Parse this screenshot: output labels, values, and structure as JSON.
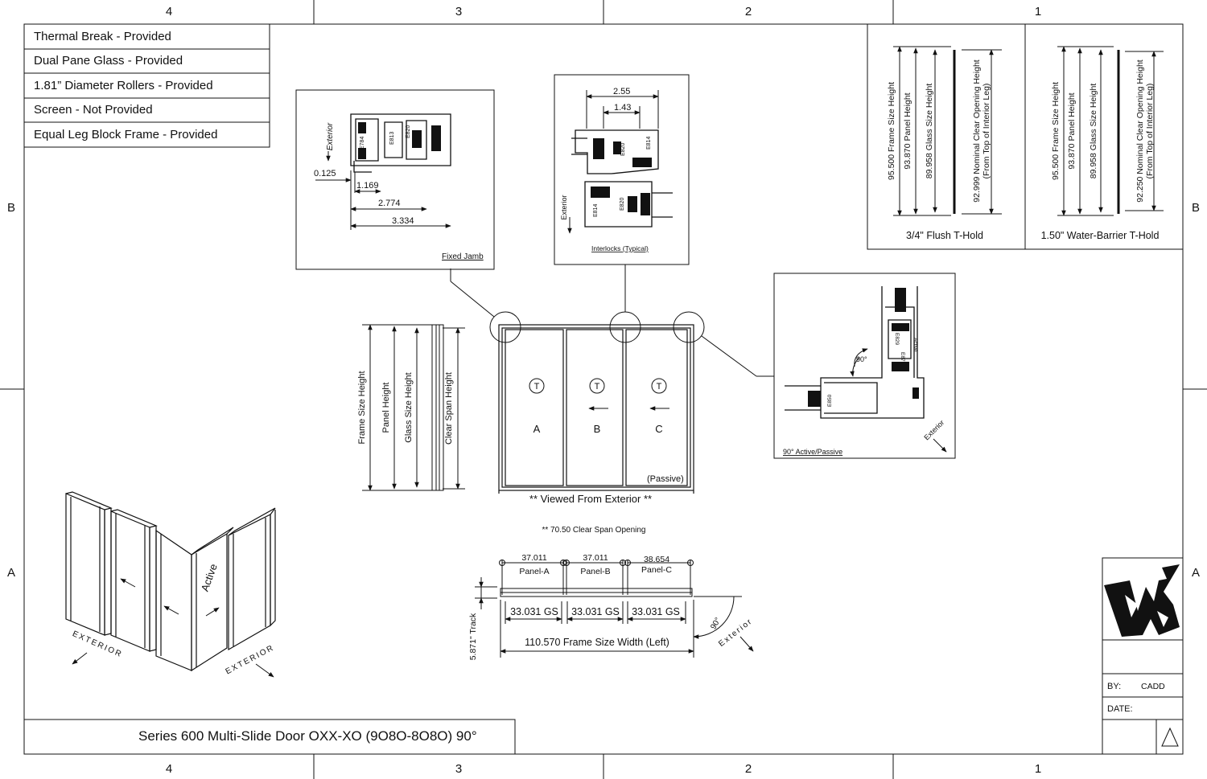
{
  "zones": {
    "cols": [
      "4",
      "3",
      "2",
      "1"
    ],
    "rows": [
      "B",
      "A"
    ]
  },
  "features": [
    "Thermal Break - Provided",
    "Dual Pane Glass - Provided",
    "1.81” Diameter Rollers - Provided",
    "Screen - Not Provided",
    "Equal Leg Block Frame - Provided"
  ],
  "fixed_jamb": {
    "label": "Fixed Jamb",
    "exterior": "Exterior",
    "dims": [
      "0.125",
      "1.169",
      "2.774",
      "3.334"
    ],
    "parts": [
      "E784",
      "E813",
      "E820"
    ]
  },
  "interlocks": {
    "label": "Interlocks (Typical)",
    "exterior": "Exterior",
    "dims": [
      "2.55",
      "1.43"
    ],
    "parts": [
      "E814",
      "E820",
      "E814",
      "E820"
    ]
  },
  "flush_thold": {
    "label": "3/4\" Flush T-Hold",
    "dims": [
      "95.500 Frame Size Height",
      "93.870 Panel Height",
      "89.958 Glass Size Height",
      "92.999 Nominal Clear Opening Height",
      "(From Top of Interior Leg)"
    ]
  },
  "water_thold": {
    "label": "1.50\" Water-Barrier T-Hold",
    "dims": [
      "95.500 Frame Size Height",
      "93.870 Panel Height",
      "89.958 Glass Size Height",
      "92.250 Nominal Clear Opening Height",
      "(From Top of Interior Leg)"
    ]
  },
  "height_legend": [
    "Frame Size Height",
    "Panel Height",
    "Glass Size Height",
    "Clear Span Height"
  ],
  "elevation": {
    "panels": [
      "A",
      "B",
      "C"
    ],
    "thold_marker": "T",
    "passive": "(Passive)",
    "viewed": "** Viewed From Exterior **"
  },
  "corner": {
    "label": "90° Active/Passive",
    "angle": "90°",
    "exterior": "Exterior",
    "parts": [
      "E829",
      "E871",
      "E850"
    ],
    "active": "Active"
  },
  "plan": {
    "clear_span": "** 70.50 Clear Span Opening",
    "panel_widths": [
      "37.011",
      "37.011",
      "38.654"
    ],
    "panel_names": [
      "Panel-A",
      "Panel-B",
      "Panel-C"
    ],
    "glass_sizes": [
      "33.031 GS",
      "33.031 GS",
      "33.031 GS"
    ],
    "frame_width": "110.570 Frame Size Width (Left)",
    "track": "5.871\" Track",
    "angle": "90°",
    "exterior": "Exterior"
  },
  "iso": {
    "active": "Active",
    "exterior_left": "EXTERIOR",
    "exterior_right": "EXTERIOR"
  },
  "title": "Series 600 Multi-Slide Door OXX-XO (9O8O-8O8O) 90°",
  "title_block": {
    "by_label": "BY:",
    "by_value": "CADD",
    "date_label": "DATE:"
  }
}
